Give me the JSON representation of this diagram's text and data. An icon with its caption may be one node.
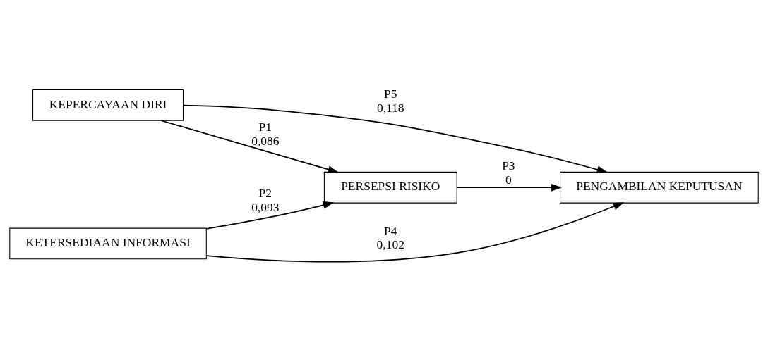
{
  "diagram": {
    "nodes": [
      {
        "text": [
          "KEPERCAYAAN DIRI"
        ]
      },
      {
        "text": [
          "PERSEPSI RISIKO"
        ]
      },
      {
        "text": [
          "PENGAMBILAN KEPUTUSAN"
        ]
      },
      {
        "text": [
          "KETERSEDIAAN INFORMASI"
        ]
      }
    ],
    "edges": [
      {
        "from": 0,
        "to": 2,
        "arrow": "to",
        "label": "P5 0,118"
      },
      {
        "from": 0,
        "to": 1,
        "arrow": "to",
        "label": "P1 0,086"
      },
      {
        "from": 1,
        "to": 2,
        "arrow": "to",
        "label": "P3 0"
      },
      {
        "from": 3,
        "to": 1,
        "arrow": "to",
        "label": "P2 0,093"
      },
      {
        "from": 3,
        "to": 2,
        "arrow": "to",
        "label": "P4 0,102"
      }
    ]
  }
}
